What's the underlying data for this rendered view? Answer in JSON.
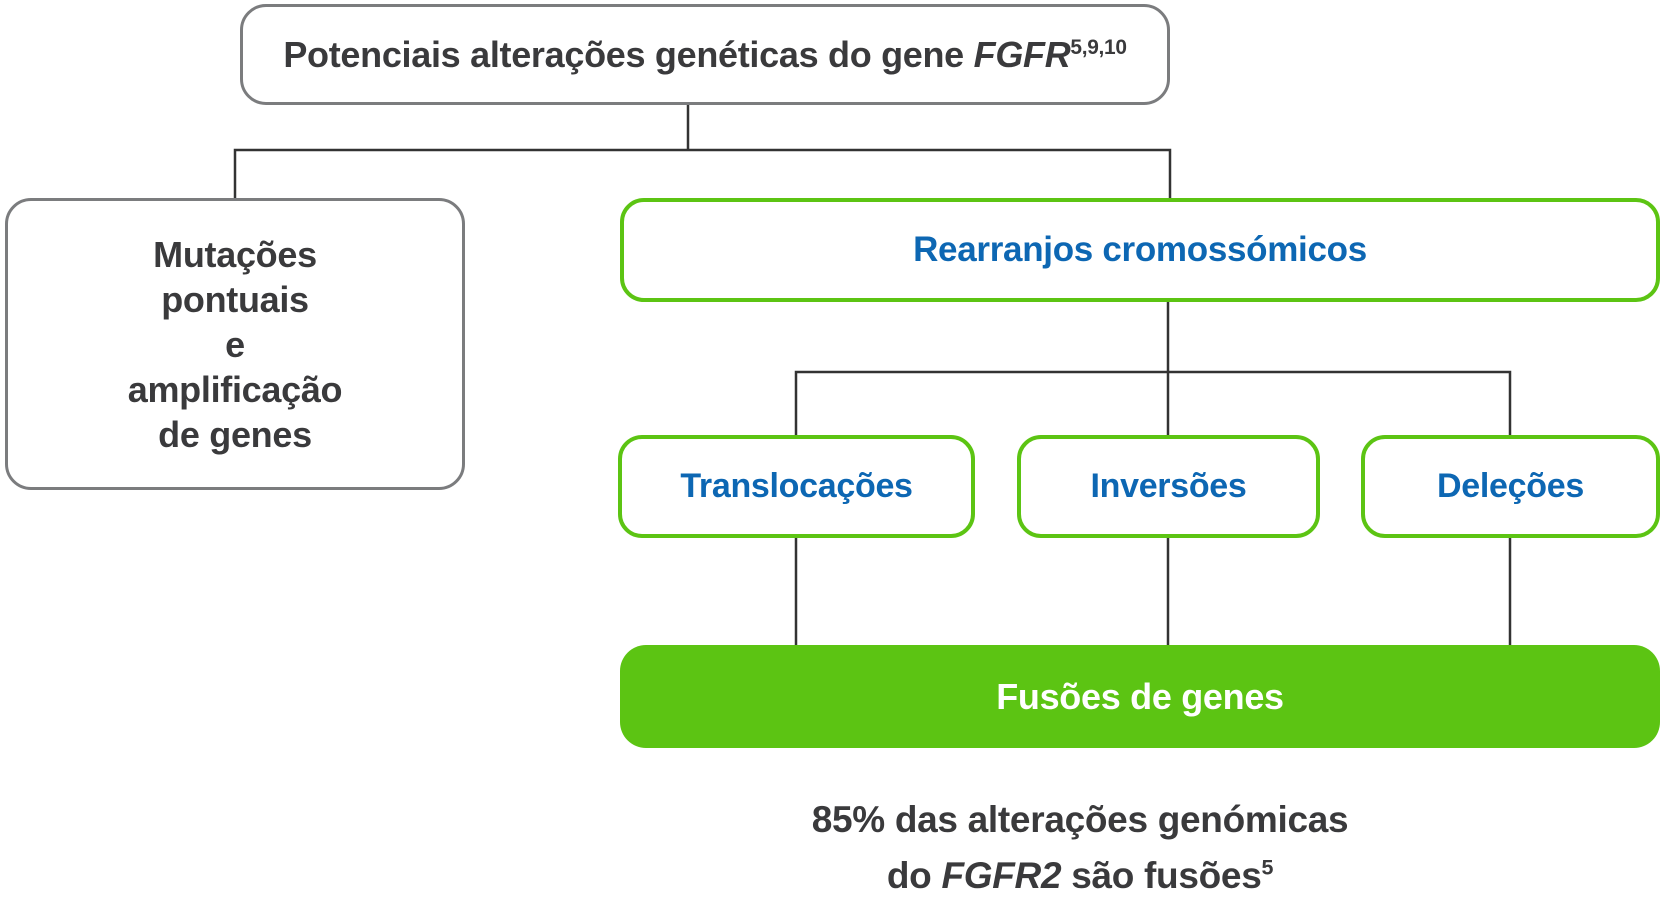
{
  "colors": {
    "green": "#5cc413",
    "blue": "#0d67b3",
    "dark": "#3a3a3c",
    "gray_border": "#7b7c7e",
    "line": "#333333"
  },
  "root": {
    "text_pre": "Potenciais alterações genéticas do gene ",
    "gene": "FGFR",
    "refs": "5,9,10"
  },
  "left_box": {
    "lines": [
      "Mutações",
      "pontuais",
      "e",
      "amplificação",
      "de genes"
    ]
  },
  "rearranjos": {
    "label": "Rearranjos cromossómicos"
  },
  "children": [
    {
      "label": "Translocações"
    },
    {
      "label": "Inversões"
    },
    {
      "label": "Deleções"
    }
  ],
  "fusion": {
    "label": "Fusões de genes"
  },
  "caption": {
    "line1": "85% das alterações genómicas",
    "line2_pre": "do ",
    "gene": "FGFR2",
    "line2_post": " são fusões",
    "ref": "5"
  }
}
